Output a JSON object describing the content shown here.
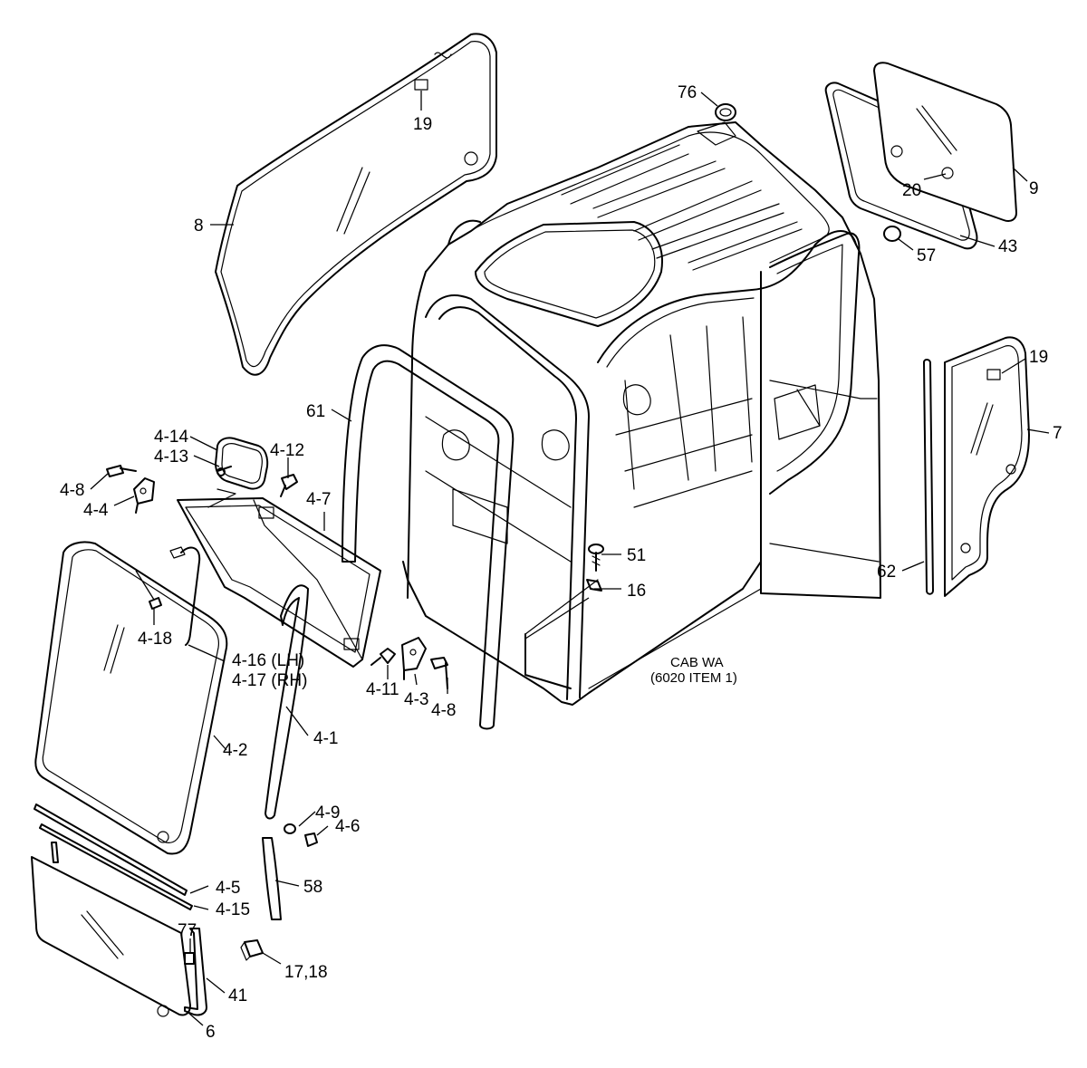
{
  "labels": {
    "l8": "8",
    "l19a": "19",
    "l76": "76",
    "l20": "20",
    "l9": "9",
    "l57": "57",
    "l43": "43",
    "l19b": "19",
    "l7": "7",
    "l62": "62",
    "l61": "61",
    "l414": "4-14",
    "l413": "4-13",
    "l412": "4-12",
    "l48a": "4-8",
    "l44": "4-4",
    "l47": "4-7",
    "l418": "4-18",
    "l416": "4-16 (LH)",
    "l417": "4-17 (RH)",
    "l411": "4-11",
    "l43b": "4-3",
    "l48b": "4-8",
    "l51": "51",
    "l16": "16",
    "l42": "4-2",
    "l41": "4-1",
    "l49": "4-9",
    "l46": "4-6",
    "l45": "4-5",
    "l415": "4-15",
    "l58": "58",
    "l77": "77",
    "l1718": "17,18",
    "l41b": "41",
    "l6": "6"
  },
  "note": {
    "line1": "CAB WA",
    "line2": "(6020 ITEM 1)"
  }
}
